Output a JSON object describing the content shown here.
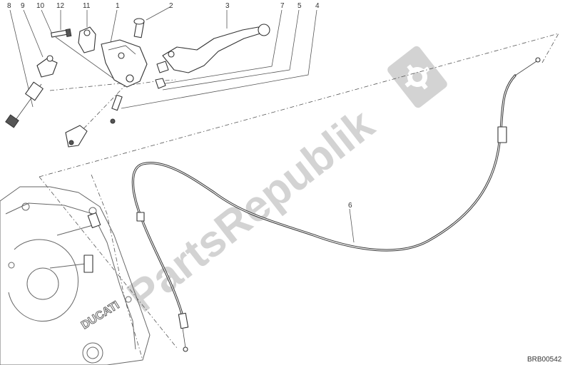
{
  "diagram": {
    "watermark": "PartsRepublik",
    "drawing_code": "BRB00542",
    "callouts": [
      {
        "id": "8",
        "label": "8"
      },
      {
        "id": "9",
        "label": "9"
      },
      {
        "id": "10",
        "label": "10"
      },
      {
        "id": "12",
        "label": "12"
      },
      {
        "id": "11",
        "label": "11"
      },
      {
        "id": "1",
        "label": "1"
      },
      {
        "id": "2",
        "label": "2"
      },
      {
        "id": "3",
        "label": "3"
      },
      {
        "id": "7",
        "label": "7"
      },
      {
        "id": "5",
        "label": "5"
      },
      {
        "id": "4",
        "label": "4"
      },
      {
        "id": "6",
        "label": "6"
      }
    ],
    "engine_logo": "DUCATI",
    "colors": {
      "line": "#333333",
      "watermark": "#d3d3d3",
      "background": "#ffffff"
    }
  }
}
